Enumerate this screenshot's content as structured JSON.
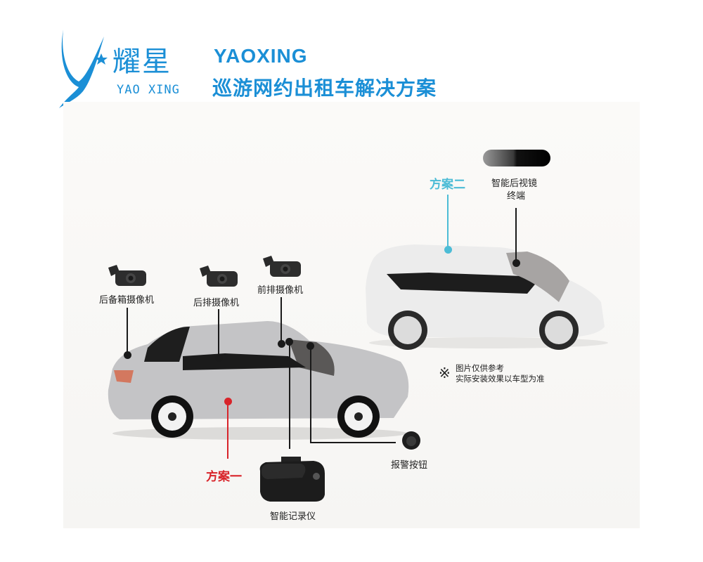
{
  "brand": {
    "logo_cn": "耀星",
    "logo_en": "YAO XING",
    "color": "#1b8fd6"
  },
  "header": {
    "title_en": "YAOXING",
    "title_cn": "巡游网约出租车解决方案"
  },
  "plans": {
    "plan_one": {
      "label": "方案一",
      "color": "#d8242a"
    },
    "plan_two": {
      "label": "方案二",
      "color": "#4cbcd6"
    }
  },
  "devices": {
    "rear_trunk_camera": "后备箱摄像机",
    "rear_row_camera": "后排摄像机",
    "front_row_camera": "前排摄像机",
    "smart_mirror_line1": "智能后视镜",
    "smart_mirror_line2": "终端",
    "alarm_button": "报警按钮",
    "smart_recorder": "智能记录仪"
  },
  "disclaimer": {
    "symbol": "※",
    "line1": "图片仅供参考",
    "line2": "实际安装效果以车型为准"
  }
}
